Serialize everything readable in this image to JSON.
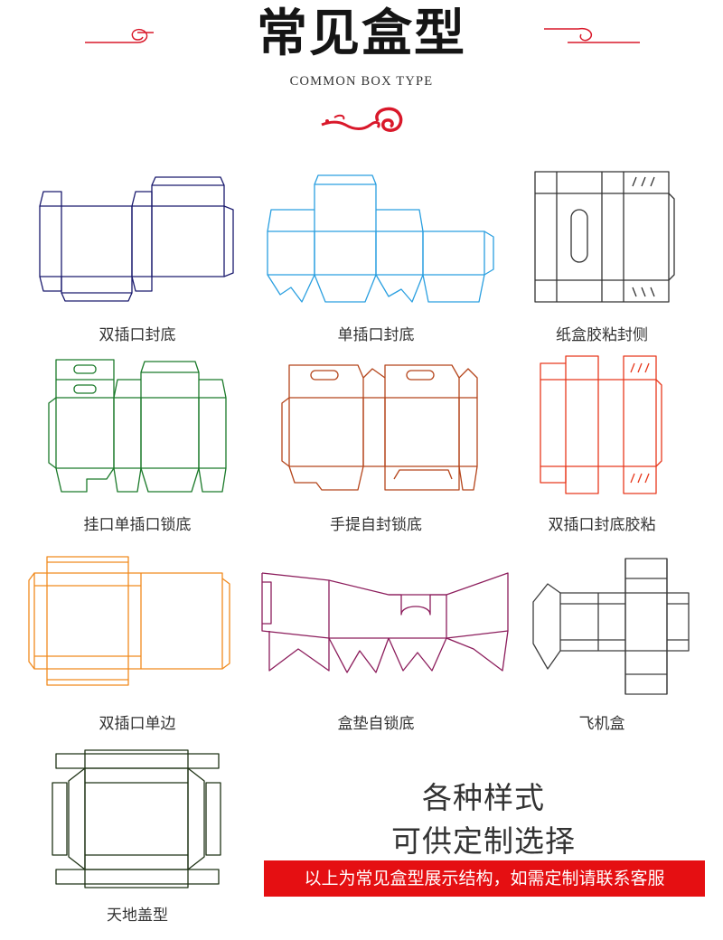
{
  "header": {
    "title": "常见盒型",
    "subtitle": "COMMON BOX TYPE",
    "accent_color": "#d9182a",
    "ornament_icon": "auspicious-cloud-icon"
  },
  "boxes": [
    {
      "label": "双插口封底",
      "color": "#1a1a6e"
    },
    {
      "label": "单插口封底",
      "color": "#2a9fe0"
    },
    {
      "label": "纸盒胶粘封侧",
      "color": "#333333"
    },
    {
      "label": "挂口单插口锁底",
      "color": "#1b7a2a"
    },
    {
      "label": "手提自封锁底",
      "color": "#b5451b"
    },
    {
      "label": "双插口封底胶粘",
      "color": "#e8391d"
    },
    {
      "label": "双插口单边",
      "color": "#f08a1e"
    },
    {
      "label": "盒垫自锁底",
      "color": "#8c1d5c"
    },
    {
      "label": "飞机盒",
      "color": "#3d3d3d"
    },
    {
      "label": "天地盖型",
      "color": "#1f3316"
    }
  ],
  "tagline": {
    "line1": "各种样式",
    "line2": "可供定制选择"
  },
  "note": {
    "text": "以上为常见盒型展示结构，如需定制请联系客服",
    "background": "#e50f12"
  }
}
